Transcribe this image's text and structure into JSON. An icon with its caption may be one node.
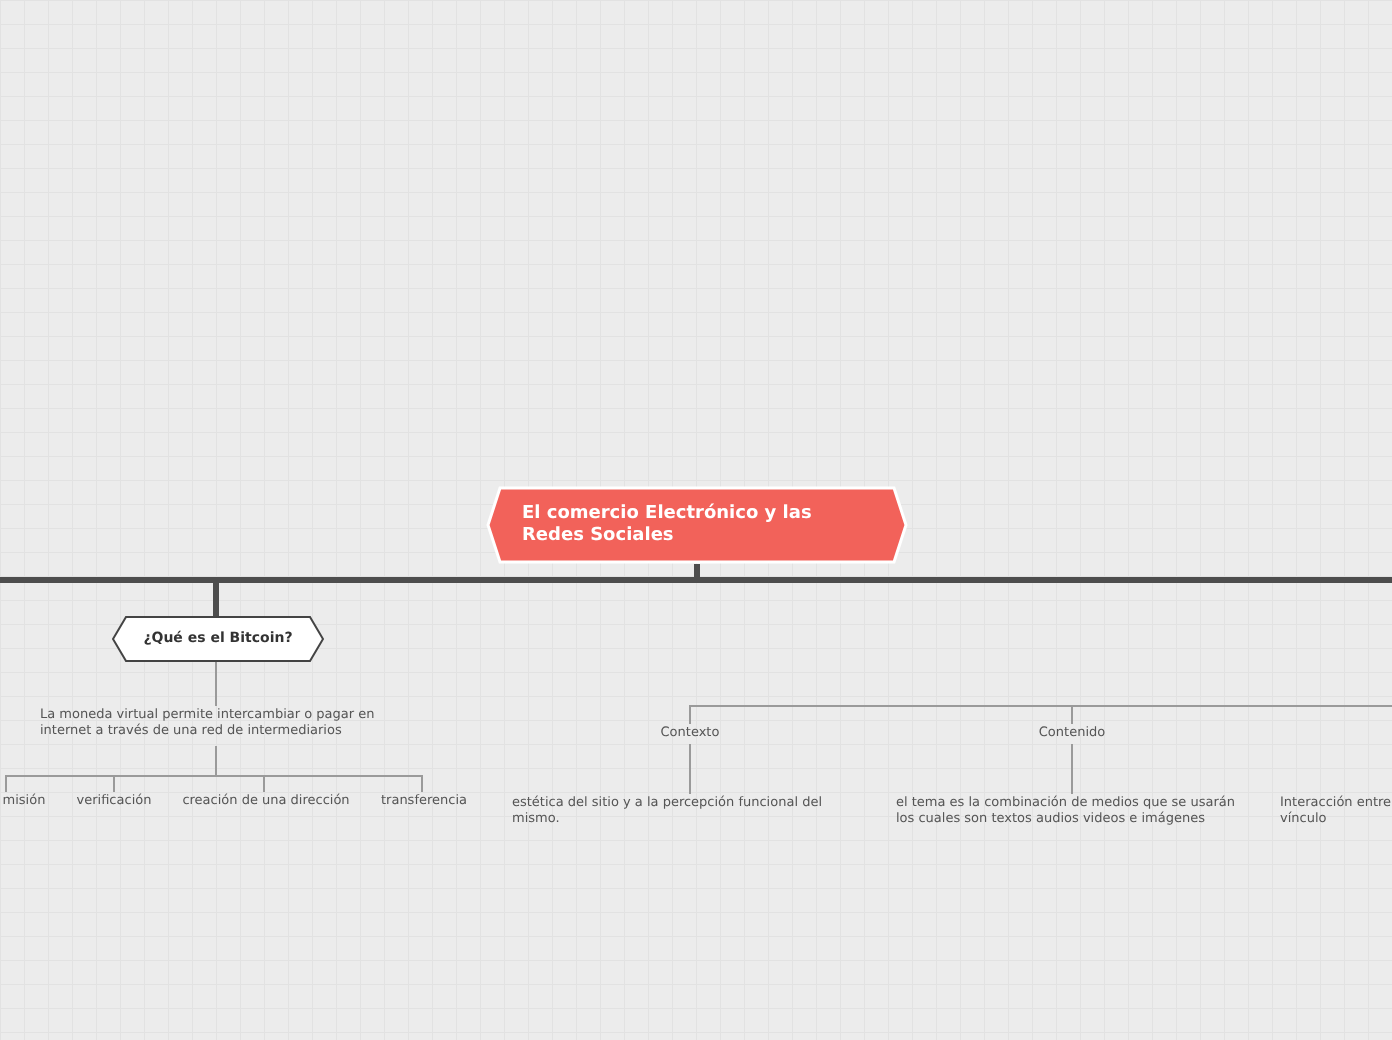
{
  "diagram": {
    "nodes": [
      {
        "text": [
          "El comercio Electrónico y las Redes Sociales"
        ]
      },
      {
        "text": [
          "¿Qué es el Bitcoin?"
        ]
      },
      {
        "text": [
          "La moneda virtual permite intercambiar o pagar en internet a través de una red de intermediarios"
        ]
      },
      {
        "text": [
          "misión"
        ]
      },
      {
        "text": [
          "verificación"
        ]
      },
      {
        "text": [
          "creación de una dirección"
        ]
      },
      {
        "text": [
          "transferencia"
        ]
      },
      {
        "text": [
          "Contexto"
        ]
      },
      {
        "text": [
          "Contenido"
        ]
      },
      {
        "text": [
          "estética del sitio y a la percepción funcional del mismo."
        ]
      },
      {
        "text": [
          "el tema es la combinación de medios que se usarán los cuales son textos audios videos e imágenes"
        ]
      },
      {
        "text": [
          "Interacción entre vínculo"
        ]
      }
    ],
    "edges": [
      {
        "from": 0,
        "to": null,
        "arrow": "none",
        "style": "thick"
      },
      {
        "from": 0,
        "to": null,
        "arrow": "none",
        "style": "thick"
      },
      {
        "from": 0,
        "to": 1,
        "arrow": "none",
        "style": "thick"
      },
      {
        "from": 1,
        "to": 2,
        "arrow": "none"
      },
      {
        "from": 2,
        "to": 3,
        "arrow": "none"
      },
      {
        "from": 2,
        "to": 4,
        "arrow": "none"
      },
      {
        "from": 2,
        "to": 5,
        "arrow": "none"
      },
      {
        "from": 2,
        "to": 6,
        "arrow": "none"
      },
      {
        "from": null,
        "to": 7,
        "arrow": "none"
      },
      {
        "from": null,
        "to": 8,
        "arrow": "none"
      },
      {
        "from": 7,
        "to": 9,
        "arrow": "none"
      },
      {
        "from": 8,
        "to": 10,
        "arrow": "none"
      }
    ]
  }
}
